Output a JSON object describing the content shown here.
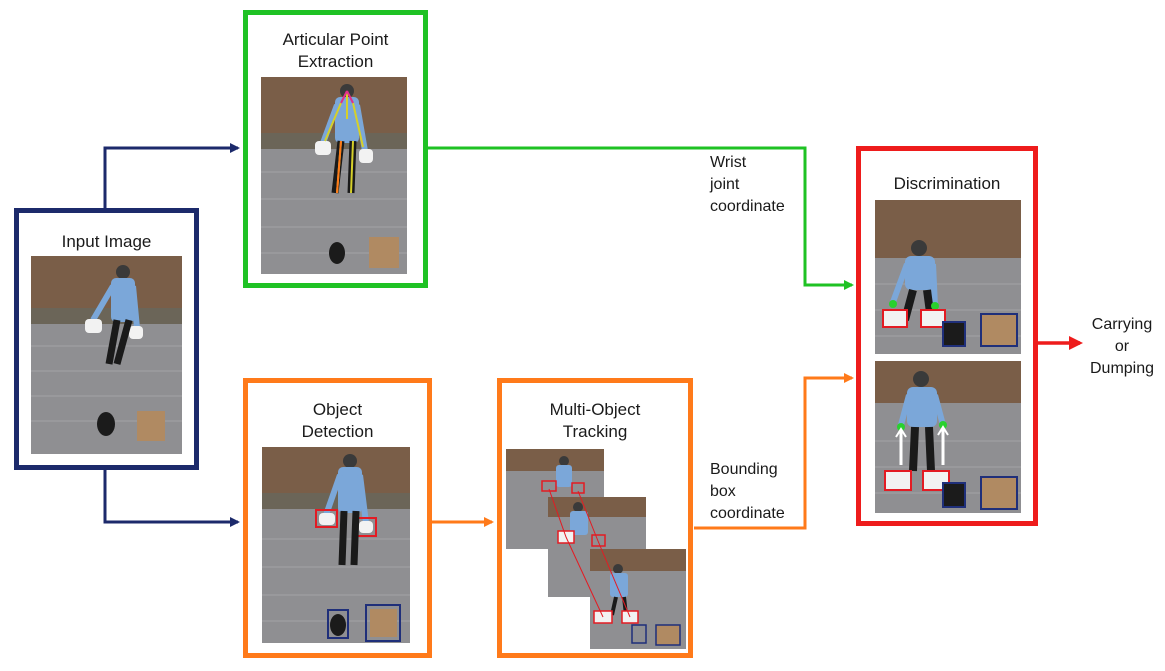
{
  "colors": {
    "navy": "#1c2a6b",
    "green": "#1fc224",
    "orange": "#ff7a1a",
    "red": "#ee1c1c",
    "detect_box": "#e31b23",
    "bg_detect_box": "#1f2f7a",
    "joint": "#29d12e"
  },
  "nodes": {
    "input": {
      "title": "Input Image",
      "icon": "input-photo"
    },
    "articular": {
      "title": "Articular Point\nExtraction",
      "icon": "pose-photo"
    },
    "detection": {
      "title": "Object\nDetection",
      "icon": "detection-photo"
    },
    "tracking": {
      "title": "Multi-Object\nTracking",
      "icon": "tracking-photo-stack"
    },
    "discrimination": {
      "title": "Discrimination",
      "icon": "discrimination-photos"
    }
  },
  "edges": {
    "wrist_label": "Wrist\njoint\ncoordinate",
    "bbox_label": "Bounding\nbox\ncoordinate"
  },
  "output": {
    "label": "Carrying\nor\nDumping"
  }
}
